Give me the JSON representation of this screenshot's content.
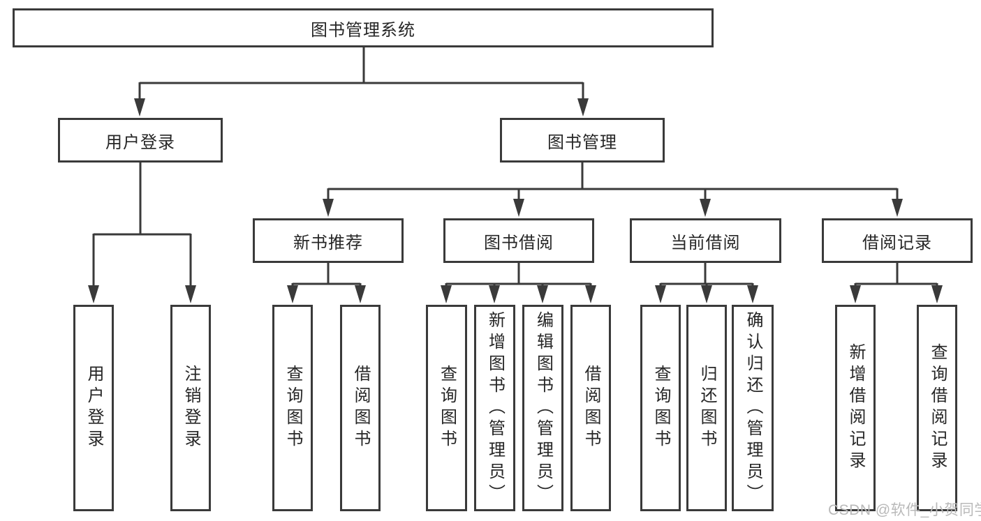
{
  "colors": {
    "line": "#3a3a3a",
    "box_border": "#3a3a3a",
    "text": "#262626",
    "background": "#ffffff",
    "watermark_text": "#b9b9b9"
  },
  "root": {
    "label": "图书管理系统"
  },
  "branches": {
    "user_login": {
      "label": "用户登录",
      "children": {
        "login": {
          "label": "用户登录"
        },
        "logout": {
          "label": "注销登录"
        }
      }
    },
    "book_management": {
      "label": "图书管理",
      "children": {
        "new_book_recommend": {
          "label": "新书推荐",
          "children": {
            "query_book": {
              "label": "查询图书"
            },
            "borrow_book": {
              "label": "借阅图书"
            }
          }
        },
        "book_borrow": {
          "label": "图书借阅",
          "children": {
            "query_book": {
              "label": "查询图书"
            },
            "add_book": {
              "label": "新增图书（管理员）"
            },
            "edit_book": {
              "label": "编辑图书（管理员）"
            },
            "borrow_book": {
              "label": "借阅图书"
            }
          }
        },
        "current_borrow": {
          "label": "当前借阅",
          "children": {
            "query_book": {
              "label": "查询图书"
            },
            "return_book": {
              "label": "归还图书"
            },
            "confirm_return": {
              "label": "确认归还（管理员）"
            }
          }
        },
        "borrow_record": {
          "label": "借阅记录",
          "children": {
            "add_record": {
              "label": "新增借阅记录"
            },
            "query_record": {
              "label": "查询借阅记录"
            }
          }
        }
      }
    }
  },
  "watermark": "CSDN @软件_小贺同学"
}
